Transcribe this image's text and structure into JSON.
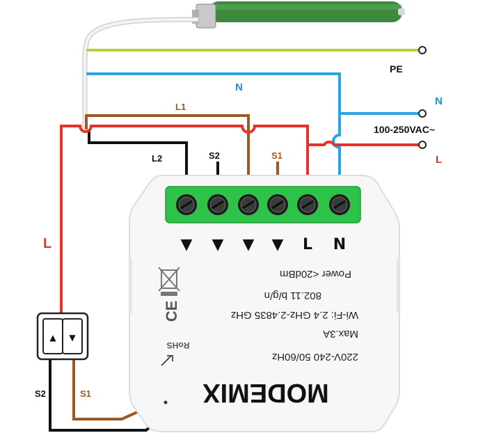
{
  "labels": {
    "pe": "PE",
    "n_top": "N",
    "n_right": "N",
    "voltage": "100-250VAC~",
    "l_right": "L",
    "l1": "L1",
    "l2": "L2",
    "s2_top": "S2",
    "s1_top": "S1",
    "l_left": "L",
    "s2_bottom": "S2",
    "s1_bottom": "S1"
  },
  "module": {
    "terminal_labels": [
      "▼",
      "▼",
      "▼",
      "▼",
      "L",
      "N"
    ],
    "spec_lines": [
      "Power <20dBm",
      "802.11 b/g/n",
      "Wi-Fi: 2.4 GHz-2.4835 GHz",
      "Max.3A",
      "220V-240 50/60Hz"
    ],
    "ce_mark": "CE",
    "rohs_mark": "RoHS",
    "brand": "MODEMIX"
  },
  "switch": {
    "up_glyph": "▲",
    "down_glyph": "▼"
  },
  "colors": {
    "pe_wire": "#b5d336",
    "n_wire": "#2ba3e0",
    "l_wire": "#e8312a",
    "l1_wire": "#9a5a25",
    "l2_wire": "#111111",
    "terminal_green": "#2ec24a",
    "motor_green": "#3c8a3c",
    "label_blue": "#1d8fd8",
    "label_red": "#e8312a",
    "label_brown": "#9a5a25"
  }
}
